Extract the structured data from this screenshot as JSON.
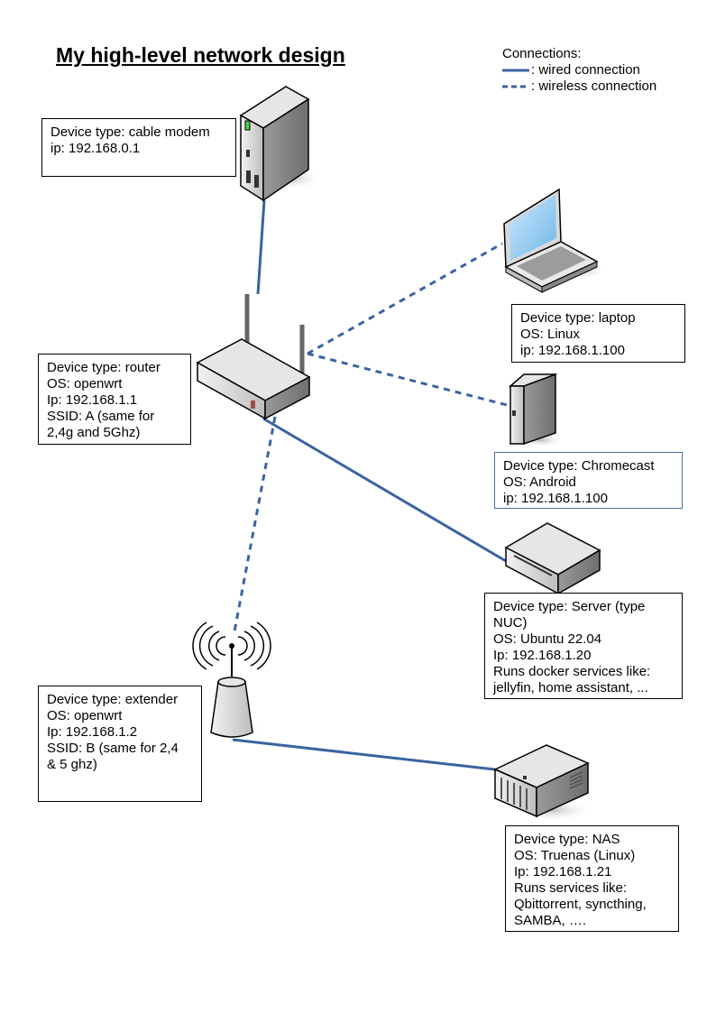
{
  "title": "My high-level network design",
  "legend": {
    "heading": "Connections:",
    "wired": ": wired connection",
    "wireless": ": wireless connection"
  },
  "colors": {
    "link": "#3a64a0",
    "box_border": "#000000",
    "chromecast_border": "#4a6fa5"
  },
  "devices": {
    "modem": {
      "icon": "cable-modem-icon",
      "lines": [
        "Device type: cable modem",
        "ip: 192.168.0.1"
      ]
    },
    "router": {
      "icon": "router-icon",
      "lines": [
        "Device type: router",
        "OS: openwrt",
        "Ip: 192.168.1.1",
        "SSID: A (same for",
        "2,4g and 5Ghz)"
      ]
    },
    "laptop": {
      "icon": "laptop-icon",
      "lines": [
        "Device type: laptop",
        "OS: Linux",
        "ip: 192.168.1.100"
      ]
    },
    "chromecast": {
      "icon": "chromecast-icon",
      "lines": [
        "Device type: Chromecast",
        "OS: Android",
        "ip: 192.168.1.100"
      ]
    },
    "server": {
      "icon": "server-icon",
      "lines": [
        "Device type: Server (type",
        "NUC)",
        "OS: Ubuntu 22.04",
        "Ip: 192.168.1.20",
        "Runs docker services like:",
        "jellyfin, home assistant, ..."
      ]
    },
    "extender": {
      "icon": "extender-icon",
      "lines": [
        "Device type: extender",
        "OS: openwrt",
        "Ip: 192.168.1.2",
        "SSID: B (same for 2,4",
        "& 5 ghz)"
      ]
    },
    "nas": {
      "icon": "nas-icon",
      "lines": [
        "Device type: NAS",
        "OS: Truenas (Linux)",
        "Ip: 192.168.1.21",
        "Runs services like:",
        "Qbittorrent, syncthing,",
        "SAMBA, …."
      ]
    }
  },
  "connections": [
    {
      "from": "modem",
      "to": "router",
      "kind": "wired"
    },
    {
      "from": "router",
      "to": "laptop",
      "kind": "wireless"
    },
    {
      "from": "router",
      "to": "chromecast",
      "kind": "wireless"
    },
    {
      "from": "router",
      "to": "server",
      "kind": "wired"
    },
    {
      "from": "router",
      "to": "extender",
      "kind": "wireless"
    },
    {
      "from": "extender",
      "to": "nas",
      "kind": "wired"
    }
  ]
}
